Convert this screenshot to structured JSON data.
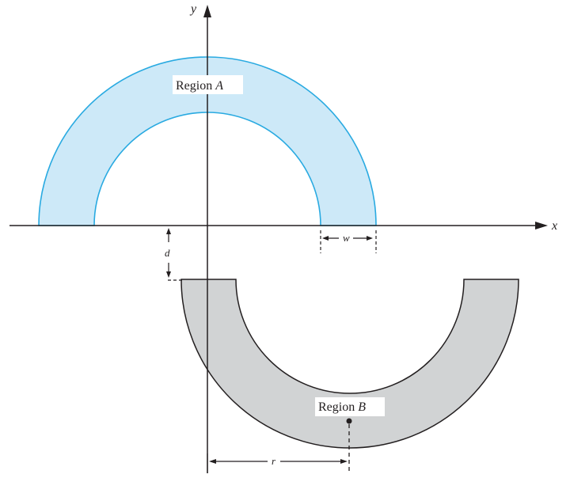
{
  "diagram": {
    "axes": {
      "x_label": "x",
      "y_label": "y"
    },
    "region_a": {
      "name": "Region",
      "letter": "A",
      "fill": "#cde9f8",
      "stroke": "#29aae1"
    },
    "region_b": {
      "name": "Region",
      "letter": "B",
      "fill": "#d1d3d4",
      "stroke": "#231f20"
    },
    "dimensions": {
      "width": "w",
      "offset": "d",
      "radius": "r"
    },
    "line_color": "#231f20"
  }
}
